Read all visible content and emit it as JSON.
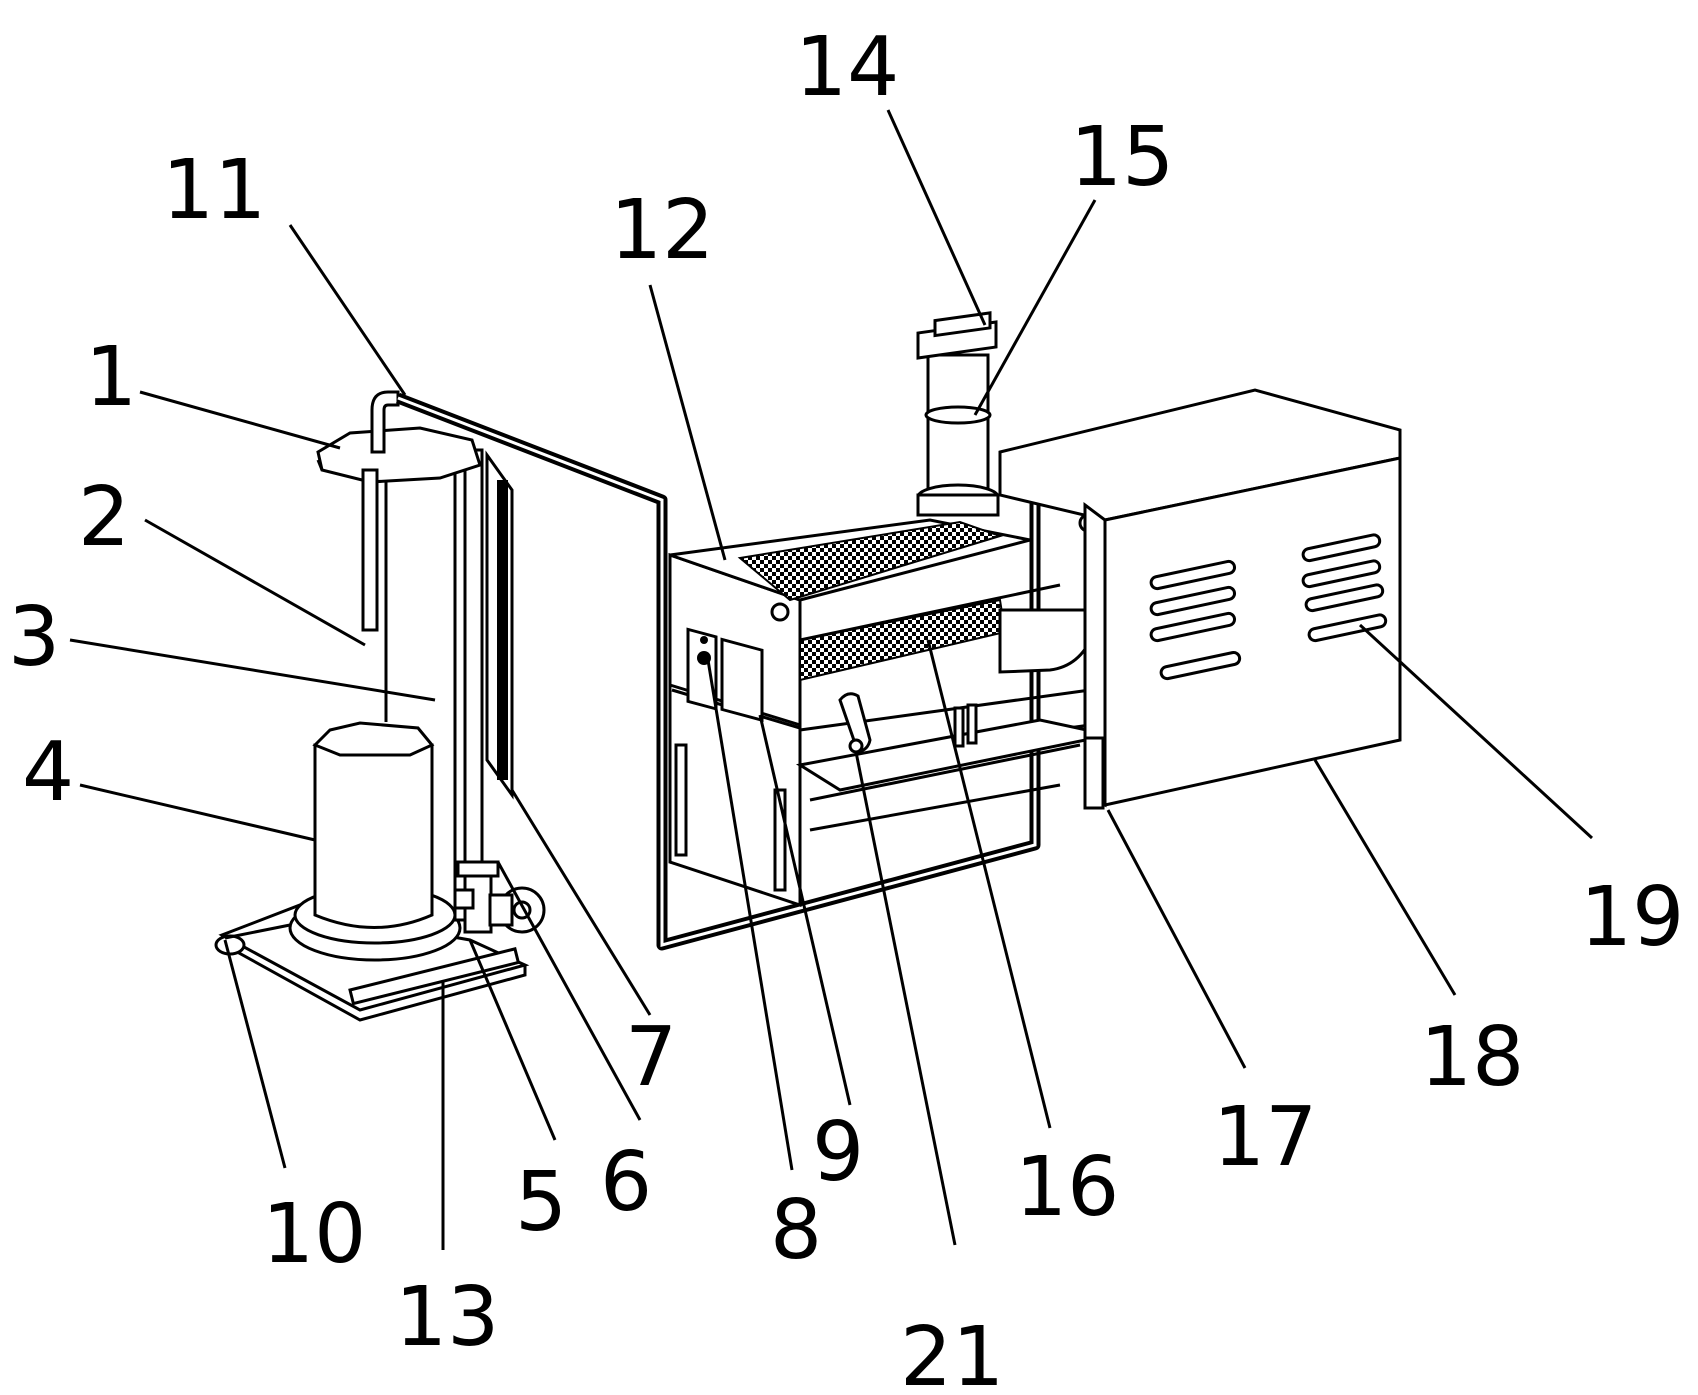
{
  "figure": {
    "callouts": [
      {
        "id": "c1",
        "label": "1"
      },
      {
        "id": "c2",
        "label": "2"
      },
      {
        "id": "c3",
        "label": "3"
      },
      {
        "id": "c4",
        "label": "4"
      },
      {
        "id": "c5",
        "label": "5"
      },
      {
        "id": "c6",
        "label": "6"
      },
      {
        "id": "c7",
        "label": "7"
      },
      {
        "id": "c8",
        "label": "8"
      },
      {
        "id": "c9",
        "label": "9"
      },
      {
        "id": "c10",
        "label": "10"
      },
      {
        "id": "c11",
        "label": "11"
      },
      {
        "id": "c12",
        "label": "12"
      },
      {
        "id": "c13",
        "label": "13"
      },
      {
        "id": "c14",
        "label": "14"
      },
      {
        "id": "c15",
        "label": "15"
      },
      {
        "id": "c16",
        "label": "16"
      },
      {
        "id": "c17",
        "label": "17"
      },
      {
        "id": "c18",
        "label": "18"
      },
      {
        "id": "c19",
        "label": "19"
      },
      {
        "id": "c21",
        "label": "21"
      }
    ]
  }
}
